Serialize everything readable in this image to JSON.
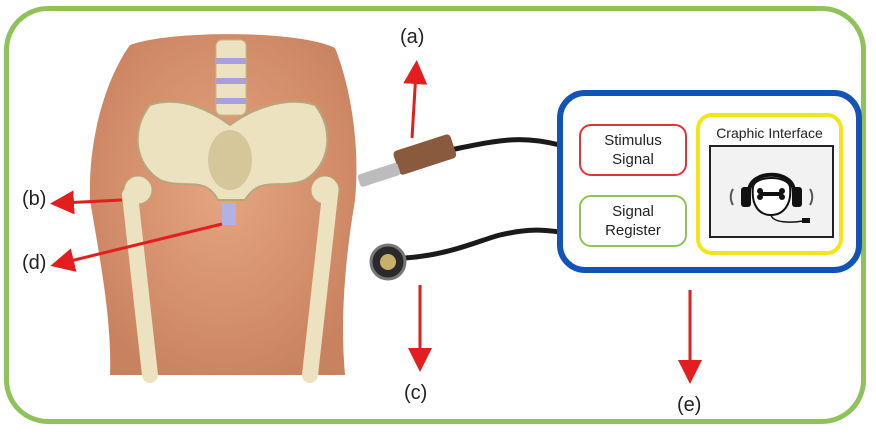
{
  "labels": {
    "a": "(a)",
    "b": "(b)",
    "c": "(c)",
    "d": "(d)",
    "e": "(e)"
  },
  "system": {
    "stimulus_line1": "Stimulus",
    "stimulus_line2": "Signal",
    "register_line1": "Signal",
    "register_line2": "Register",
    "graphic_title": "Craphic Interface"
  },
  "colors": {
    "frame": "#8fc25a",
    "panel_border": "#1253b8",
    "stimulus_border": "#e03434",
    "register_border": "#8fc25a",
    "graphic_border": "#f2e61a",
    "arrow": "#e31e1e"
  },
  "icons": [
    "pelvis-illustration",
    "vibration-probe-icon",
    "stethoscope-icon",
    "bone-headphones-icon"
  ]
}
